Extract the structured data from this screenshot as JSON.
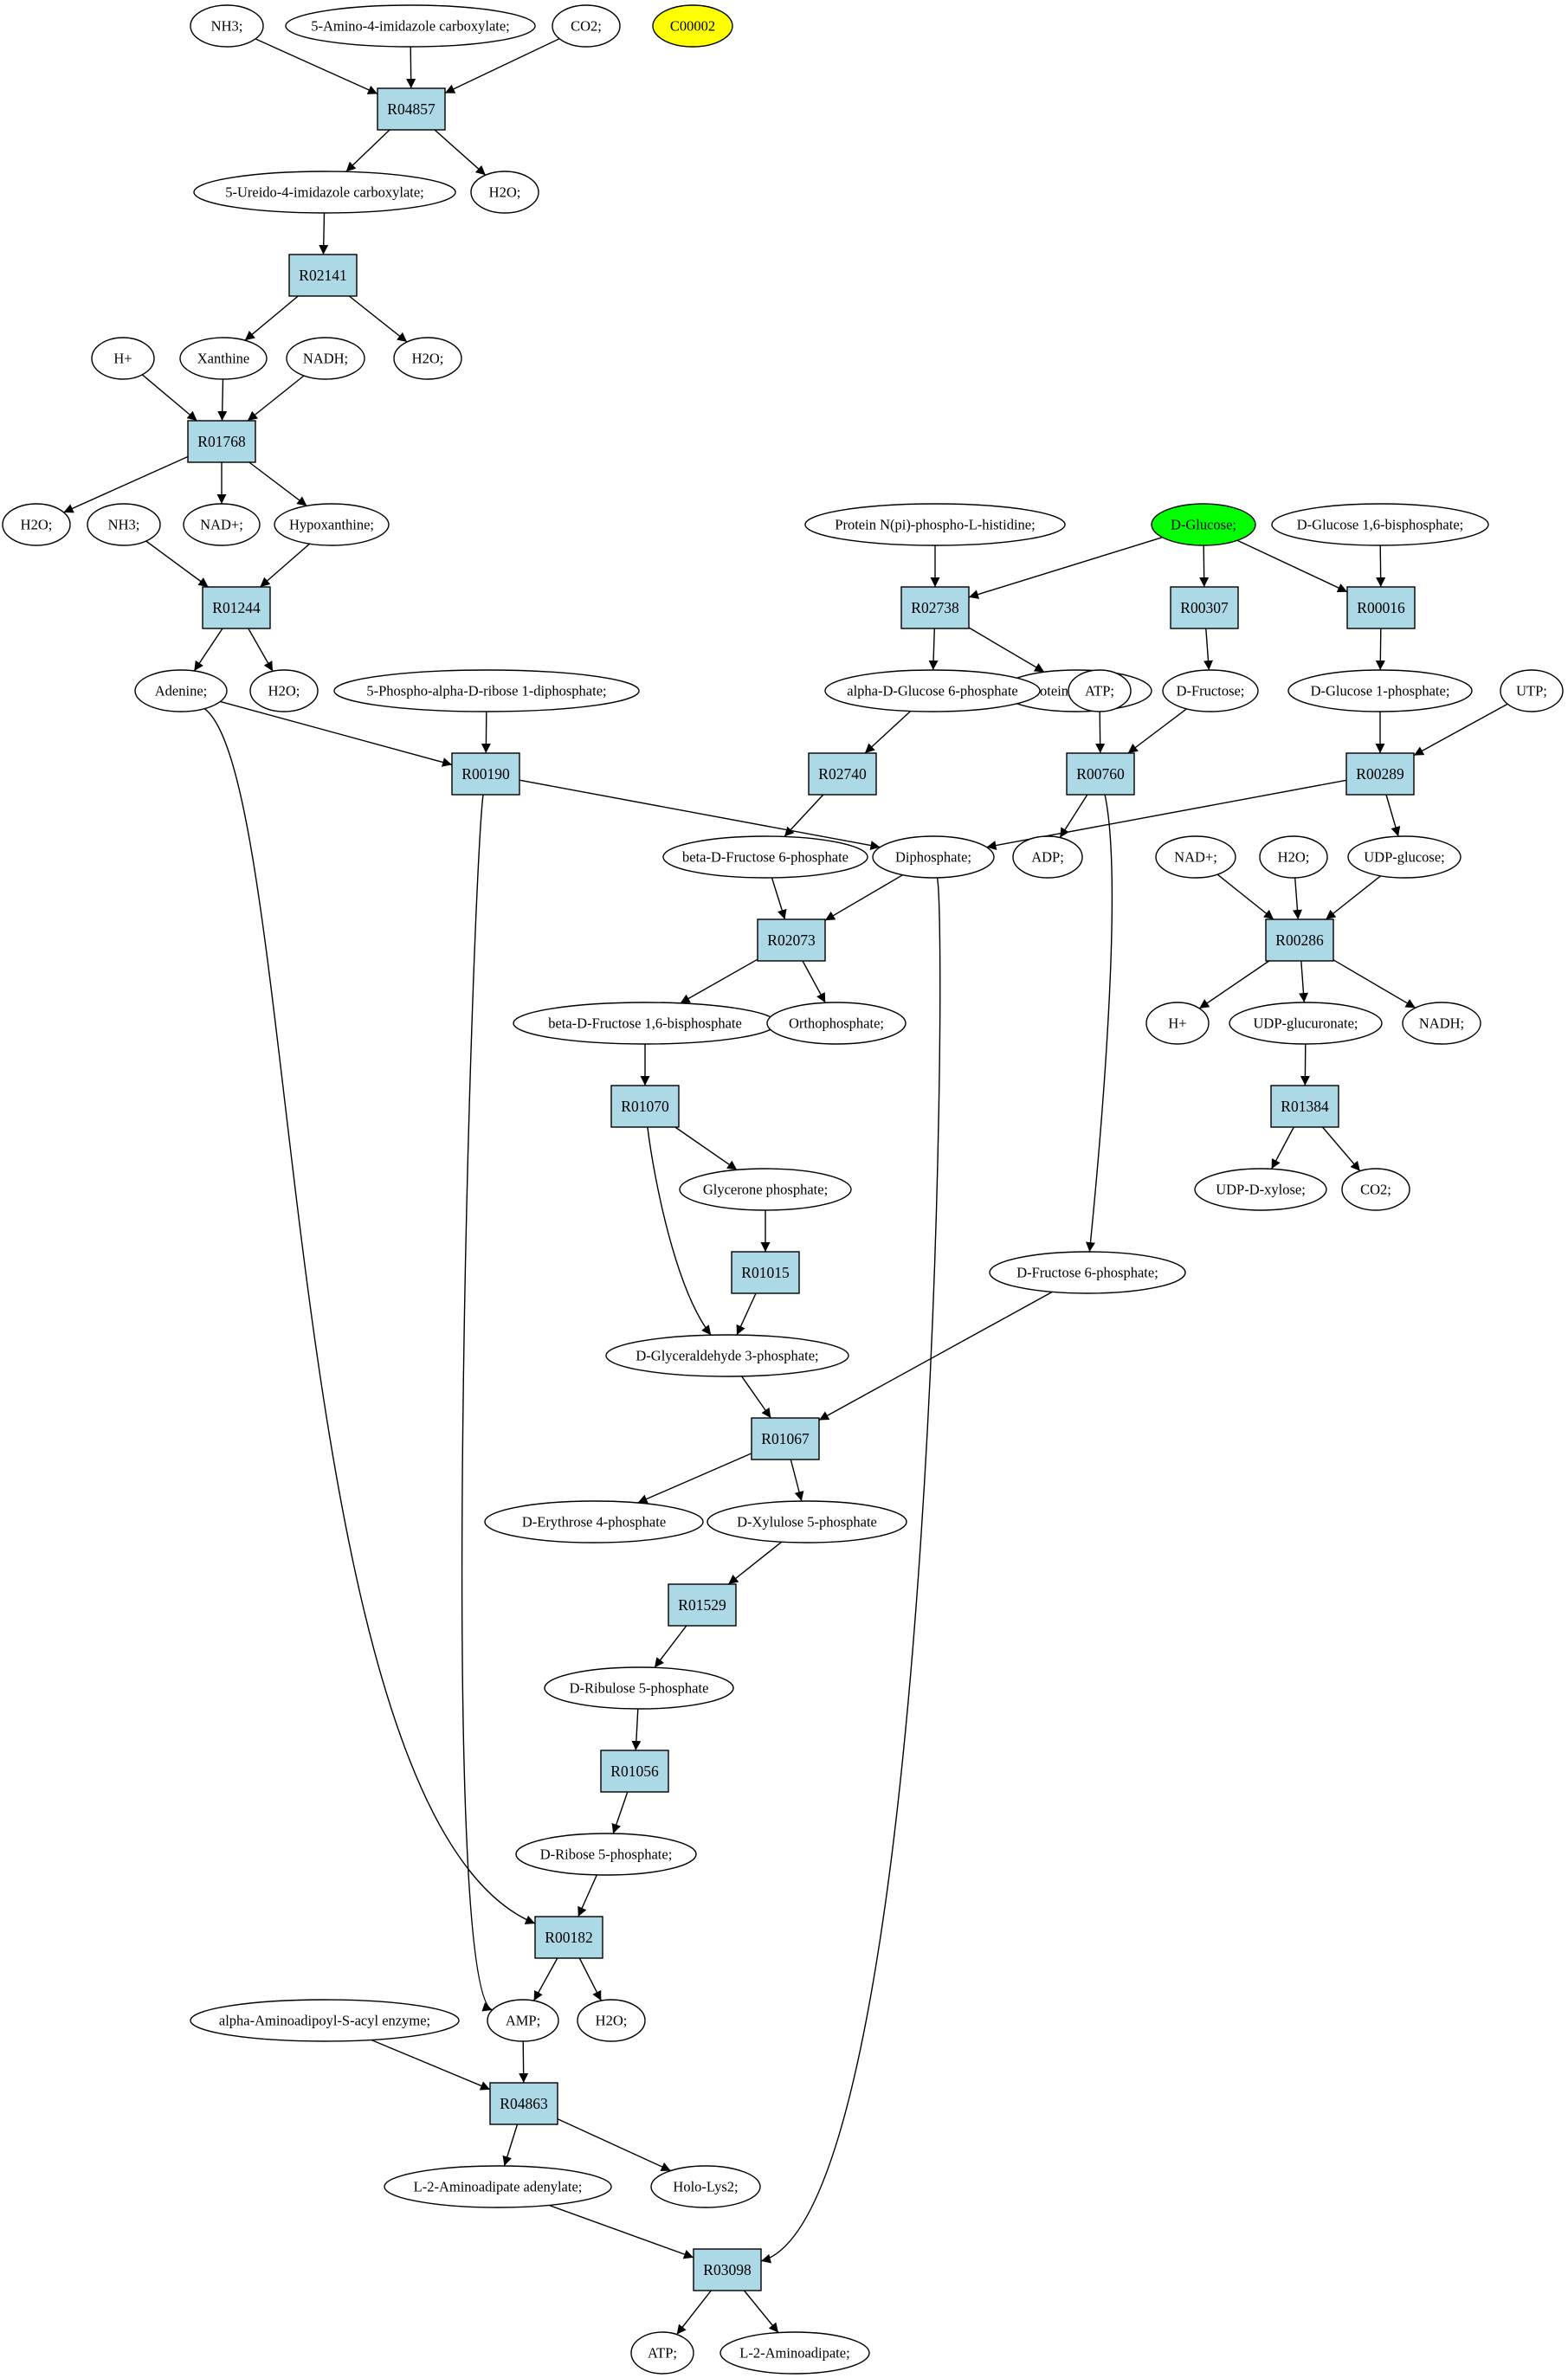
{
  "nodes": {
    "nh3_a": {
      "label": "NH3;",
      "kind": "met"
    },
    "amino_imid": {
      "label": "5-Amino-4-imidazole carboxylate;",
      "kind": "met"
    },
    "co2_a": {
      "label": "CO2;",
      "kind": "met"
    },
    "c00002": {
      "label": "C00002",
      "kind": "met",
      "fill": "#ffff00"
    },
    "R04857": {
      "label": "R04857",
      "kind": "rxn"
    },
    "ureido": {
      "label": "5-Ureido-4-imidazole carboxylate;",
      "kind": "met"
    },
    "h2o_a": {
      "label": "H2O;",
      "kind": "met"
    },
    "R02141": {
      "label": "R02141",
      "kind": "rxn"
    },
    "h_a": {
      "label": "H+",
      "kind": "met"
    },
    "xanthine": {
      "label": "Xanthine",
      "kind": "met"
    },
    "nadh_a": {
      "label": "NADH;",
      "kind": "met"
    },
    "h2o_b": {
      "label": "H2O;",
      "kind": "met"
    },
    "R01768": {
      "label": "R01768",
      "kind": "rxn"
    },
    "h2o_c": {
      "label": "H2O;",
      "kind": "met"
    },
    "nh3_b": {
      "label": "NH3;",
      "kind": "met"
    },
    "nad_a": {
      "label": "NAD+;",
      "kind": "met"
    },
    "hypox": {
      "label": "Hypoxanthine;",
      "kind": "met"
    },
    "R01244": {
      "label": "R01244",
      "kind": "rxn"
    },
    "adenine": {
      "label": "Adenine;",
      "kind": "met"
    },
    "h2o_d": {
      "label": "H2O;",
      "kind": "met"
    },
    "prpp": {
      "label": "5-Phospho-alpha-D-ribose 1-diphosphate;",
      "kind": "met"
    },
    "R00190": {
      "label": "R00190",
      "kind": "rxn"
    },
    "protnp": {
      "label": "Protein N(pi)-phospho-L-histidine;",
      "kind": "met"
    },
    "dglucose": {
      "label": "D-Glucose;",
      "kind": "met",
      "fill": "#00ff00"
    },
    "dg16bp": {
      "label": "D-Glucose 1,6-bisphosphate;",
      "kind": "met"
    },
    "R02738": {
      "label": "R02738",
      "kind": "rxn"
    },
    "R00307": {
      "label": "R00307",
      "kind": "rxn"
    },
    "R00016": {
      "label": "R00016",
      "kind": "rxn"
    },
    "prothis": {
      "label": "Protein histidine;",
      "kind": "met"
    },
    "ag6p": {
      "label": "alpha-D-Glucose 6-phosphate",
      "kind": "met"
    },
    "atp_a": {
      "label": "ATP;",
      "kind": "met"
    },
    "dfructose": {
      "label": "D-Fructose;",
      "kind": "met"
    },
    "dg1p": {
      "label": "D-Glucose 1-phosphate;",
      "kind": "met"
    },
    "utp": {
      "label": "UTP;",
      "kind": "met"
    },
    "R02740": {
      "label": "R02740",
      "kind": "rxn"
    },
    "R00760": {
      "label": "R00760",
      "kind": "rxn"
    },
    "R00289": {
      "label": "R00289",
      "kind": "rxn"
    },
    "bf6p": {
      "label": "beta-D-Fructose 6-phosphate",
      "kind": "met"
    },
    "diphos": {
      "label": "Diphosphate;",
      "kind": "met"
    },
    "adp": {
      "label": "ADP;",
      "kind": "met"
    },
    "nad_b": {
      "label": "NAD+;",
      "kind": "met"
    },
    "h2o_e": {
      "label": "H2O;",
      "kind": "met"
    },
    "udpglc": {
      "label": "UDP-glucose;",
      "kind": "met"
    },
    "R02073": {
      "label": "R02073",
      "kind": "rxn"
    },
    "R00286": {
      "label": "R00286",
      "kind": "rxn"
    },
    "bf16bp": {
      "label": "beta-D-Fructose 1,6-bisphosphate",
      "kind": "met"
    },
    "orthop": {
      "label": "Orthophosphate;",
      "kind": "met"
    },
    "h_b": {
      "label": "H+",
      "kind": "met"
    },
    "udpglcu": {
      "label": "UDP-glucuronate;",
      "kind": "met"
    },
    "nadh_b": {
      "label": "NADH;",
      "kind": "met"
    },
    "R01070": {
      "label": "R01070",
      "kind": "rxn"
    },
    "R01384": {
      "label": "R01384",
      "kind": "rxn"
    },
    "glycp": {
      "label": "Glycerone phosphate;",
      "kind": "met"
    },
    "udpxyl": {
      "label": "UDP-D-xylose;",
      "kind": "met"
    },
    "co2_b": {
      "label": "CO2;",
      "kind": "met"
    },
    "R01015": {
      "label": "R01015",
      "kind": "rxn"
    },
    "df6p": {
      "label": "D-Fructose 6-phosphate;",
      "kind": "met"
    },
    "g3p": {
      "label": "D-Glyceraldehyde 3-phosphate;",
      "kind": "met"
    },
    "R01067": {
      "label": "R01067",
      "kind": "rxn"
    },
    "e4p": {
      "label": "D-Erythrose 4-phosphate",
      "kind": "met"
    },
    "xu5p": {
      "label": "D-Xylulose 5-phosphate",
      "kind": "met"
    },
    "R01529": {
      "label": "R01529",
      "kind": "rxn"
    },
    "ru5p": {
      "label": "D-Ribulose 5-phosphate",
      "kind": "met"
    },
    "R01056": {
      "label": "R01056",
      "kind": "rxn"
    },
    "r5p": {
      "label": "D-Ribose 5-phosphate;",
      "kind": "met"
    },
    "R00182": {
      "label": "R00182",
      "kind": "rxn"
    },
    "aaenz": {
      "label": "alpha-Aminoadipoyl-S-acyl enzyme;",
      "kind": "met"
    },
    "amp": {
      "label": "AMP;",
      "kind": "met"
    },
    "h2o_f": {
      "label": "H2O;",
      "kind": "met"
    },
    "R04863": {
      "label": "R04863",
      "kind": "rxn"
    },
    "l2aaden": {
      "label": "L-2-Aminoadipate adenylate;",
      "kind": "met"
    },
    "hololys2": {
      "label": "Holo-Lys2;",
      "kind": "met"
    },
    "R03098": {
      "label": "R03098",
      "kind": "rxn"
    },
    "atp_b": {
      "label": "ATP;",
      "kind": "met"
    },
    "l2aa": {
      "label": "L-2-Aminoadipate;",
      "kind": "met"
    }
  },
  "edges": [
    [
      "nh3_a",
      "R04857"
    ],
    [
      "amino_imid",
      "R04857"
    ],
    [
      "co2_a",
      "R04857"
    ],
    [
      "R04857",
      "ureido"
    ],
    [
      "R04857",
      "h2o_a"
    ],
    [
      "ureido",
      "R02141"
    ],
    [
      "R02141",
      "xanthine"
    ],
    [
      "R02141",
      "h2o_b"
    ],
    [
      "h_a",
      "R01768"
    ],
    [
      "xanthine",
      "R01768"
    ],
    [
      "nadh_a",
      "R01768"
    ],
    [
      "R01768",
      "h2o_c"
    ],
    [
      "R01768",
      "nad_a"
    ],
    [
      "R01768",
      "hypox"
    ],
    [
      "nh3_b",
      "R01244"
    ],
    [
      "hypox",
      "R01244"
    ],
    [
      "R01244",
      "adenine"
    ],
    [
      "R01244",
      "h2o_d"
    ],
    [
      "adenine",
      "R00190"
    ],
    [
      "prpp",
      "R00190"
    ],
    [
      "R00190",
      "diphos"
    ],
    [
      "R00190",
      "amp"
    ],
    [
      "adenine",
      "R00182"
    ],
    [
      "protnp",
      "R02738"
    ],
    [
      "dglucose",
      "R02738"
    ],
    [
      "R02738",
      "prothis"
    ],
    [
      "R02738",
      "ag6p"
    ],
    [
      "dglucose",
      "R00307"
    ],
    [
      "R00307",
      "dfructose"
    ],
    [
      "dglucose",
      "R00016"
    ],
    [
      "dg16bp",
      "R00016"
    ],
    [
      "R00016",
      "dg1p"
    ],
    [
      "ag6p",
      "R02740"
    ],
    [
      "R02740",
      "bf6p"
    ],
    [
      "atp_a",
      "R00760"
    ],
    [
      "dfructose",
      "R00760"
    ],
    [
      "R00760",
      "adp"
    ],
    [
      "R00760",
      "df6p"
    ],
    [
      "dg1p",
      "R00289"
    ],
    [
      "utp",
      "R00289"
    ],
    [
      "R00289",
      "diphos"
    ],
    [
      "R00289",
      "udpglc"
    ],
    [
      "bf6p",
      "R02073"
    ],
    [
      "diphos",
      "R02073"
    ],
    [
      "R02073",
      "bf16bp"
    ],
    [
      "R02073",
      "orthop"
    ],
    [
      "diphos",
      "R03098"
    ],
    [
      "nad_b",
      "R00286"
    ],
    [
      "h2o_e",
      "R00286"
    ],
    [
      "udpglc",
      "R00286"
    ],
    [
      "R00286",
      "h_b"
    ],
    [
      "R00286",
      "udpglcu"
    ],
    [
      "R00286",
      "nadh_b"
    ],
    [
      "udpglcu",
      "R01384"
    ],
    [
      "R01384",
      "udpxyl"
    ],
    [
      "R01384",
      "co2_b"
    ],
    [
      "bf16bp",
      "R01070"
    ],
    [
      "R01070",
      "glycp"
    ],
    [
      "R01070",
      "g3p"
    ],
    [
      "glycp",
      "R01015"
    ],
    [
      "R01015",
      "g3p"
    ],
    [
      "g3p",
      "R01067"
    ],
    [
      "df6p",
      "R01067"
    ],
    [
      "R01067",
      "e4p"
    ],
    [
      "R01067",
      "xu5p"
    ],
    [
      "xu5p",
      "R01529"
    ],
    [
      "R01529",
      "ru5p"
    ],
    [
      "ru5p",
      "R01056"
    ],
    [
      "R01056",
      "r5p"
    ],
    [
      "r5p",
      "R00182"
    ],
    [
      "R00182",
      "amp"
    ],
    [
      "R00182",
      "h2o_f"
    ],
    [
      "aaenz",
      "R04863"
    ],
    [
      "amp",
      "R04863"
    ],
    [
      "R04863",
      "l2aaden"
    ],
    [
      "R04863",
      "hololys2"
    ],
    [
      "l2aaden",
      "R03098"
    ],
    [
      "R03098",
      "atp_b"
    ],
    [
      "R03098",
      "l2aa"
    ]
  ]
}
